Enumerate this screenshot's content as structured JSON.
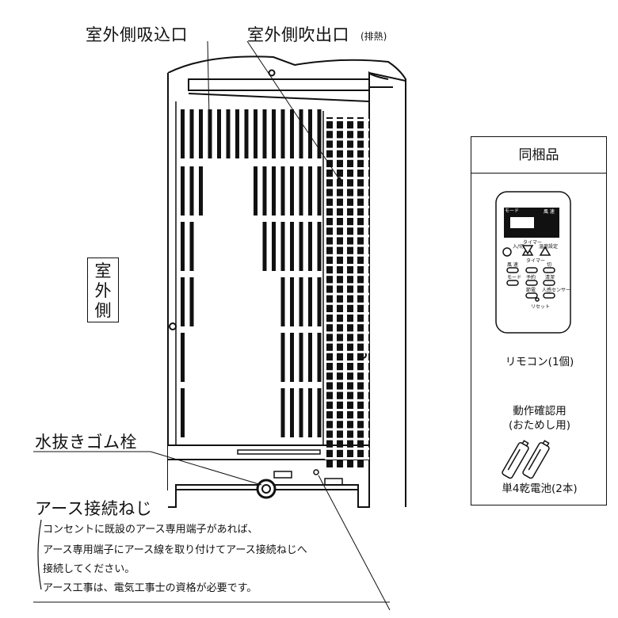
{
  "labels": {
    "outdoor_intake": "室外側吸込口",
    "outdoor_exhaust": "室外側吹出口",
    "outdoor_exhaust_note": "(排熱)",
    "outdoor_side": [
      "室",
      "外",
      "側"
    ],
    "drain_plug": "水抜きゴム栓",
    "earth_screw": "アース接続ねじ"
  },
  "earth_note": [
    "コンセントに既設のアース専用端子があれば、",
    "アース専用端子にアース線を取り付けてアース接続ねじへ",
    "接続してください。",
    "アース工事は、電気工事士の資格が必要です。"
  ],
  "accessories": {
    "title": "同梱品",
    "remote_caption": "リモコン(1個)",
    "battery_caption_1": "動作確認用",
    "battery_caption_2": "(おためし用)",
    "battery_label": "単4乾電池(2本)"
  },
  "remote_face": {
    "mode": "モード",
    "fan": "風 速",
    "timer": "タイマー",
    "on_off": "入/切",
    "temp": "温度設定",
    "wind": "風 速",
    "timer2": "タイマー",
    "cut": "切",
    "mode2": "モード",
    "reserve": "予約",
    "clean": "清潔",
    "save": "節電",
    "sensor": "人感センサー",
    "reset": "リセット"
  },
  "colors": {
    "line": "#111111",
    "background": "#ffffff",
    "fill_light": "#f4f4f4",
    "slot": "#111111"
  }
}
